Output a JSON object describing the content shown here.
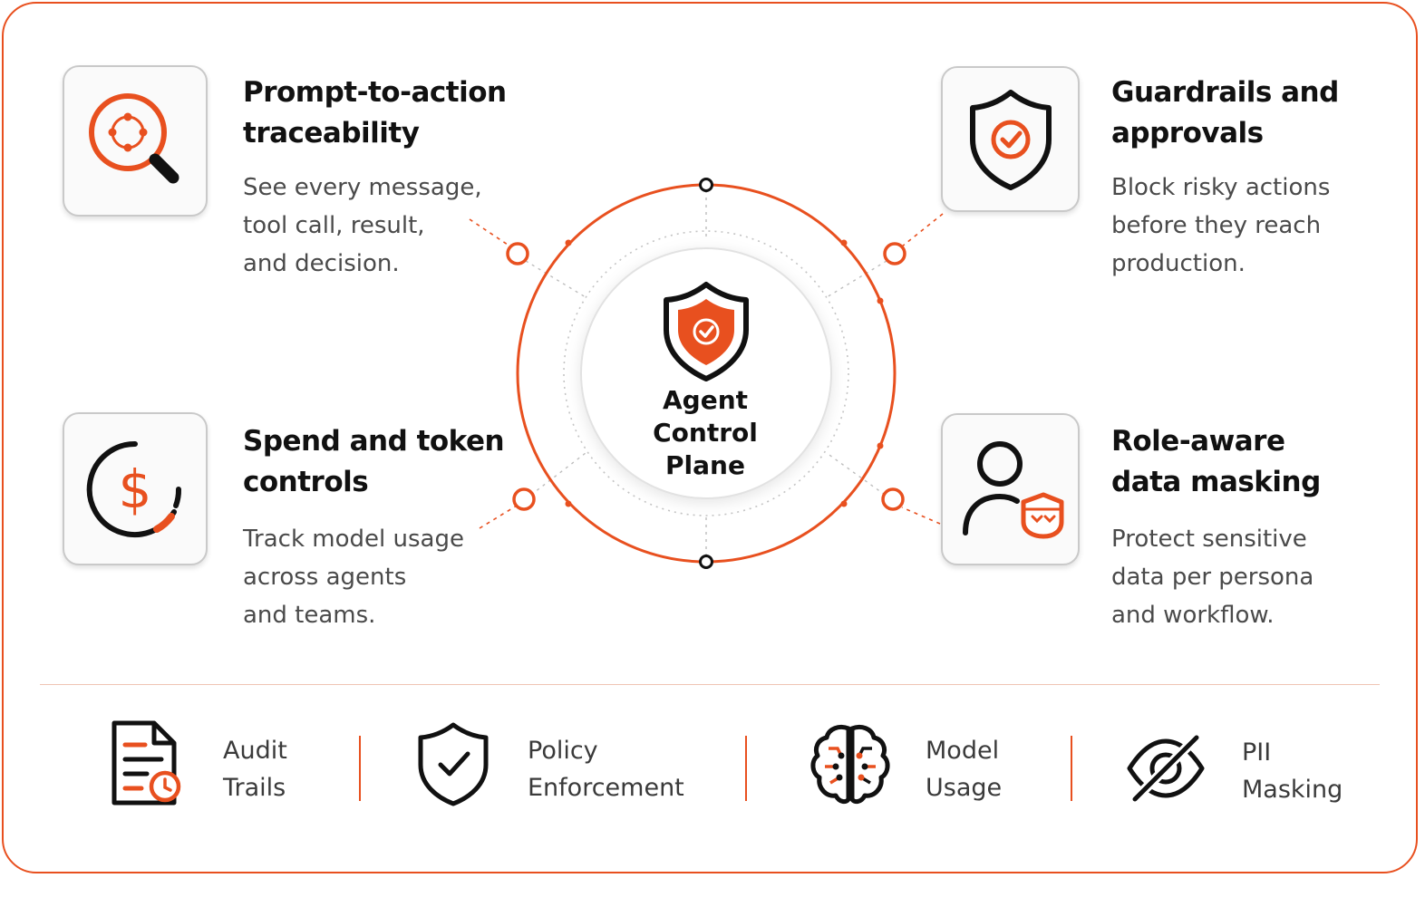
{
  "hub": {
    "label_lines": [
      "Agent",
      "Control",
      "Plane"
    ],
    "icon": "shield-check-icon"
  },
  "features": {
    "traceability": {
      "icon": "magnifier-target-icon",
      "title_lines": [
        "Prompt-to-action",
        "traceability"
      ],
      "desc_lines": [
        "See every message,",
        "tool call, result,",
        "and decision."
      ]
    },
    "guardrails": {
      "icon": "shield-check-icon",
      "title_lines": [
        "Guardrails and",
        "approvals"
      ],
      "desc_lines": [
        "Block risky actions",
        "before they reach",
        "production."
      ]
    },
    "spend": {
      "icon": "dollar-gauge-icon",
      "title_lines": [
        "Spend and token",
        "controls"
      ],
      "desc_lines": [
        "Track model usage",
        "across agents",
        "and teams."
      ]
    },
    "masking": {
      "icon": "user-mask-icon",
      "title_lines": [
        "Role-aware",
        "data masking"
      ],
      "desc_lines": [
        "Protect sensitive",
        "data per persona",
        "and workflow."
      ]
    }
  },
  "bottom_bar": [
    {
      "icon": "document-clock-icon",
      "label_lines": [
        "Audit",
        "Trails"
      ]
    },
    {
      "icon": "shield-check-icon",
      "label_lines": [
        "Policy",
        "Enforcement"
      ]
    },
    {
      "icon": "brain-circuit-icon",
      "label_lines": [
        "Model",
        "Usage"
      ]
    },
    {
      "icon": "eye-slash-icon",
      "label_lines": [
        "PII",
        "Masking"
      ]
    }
  ],
  "colors": {
    "accent": "#e8501f",
    "text": "#111111",
    "muted_text": "#4a4a4a",
    "box_border": "#c9c9c9"
  }
}
